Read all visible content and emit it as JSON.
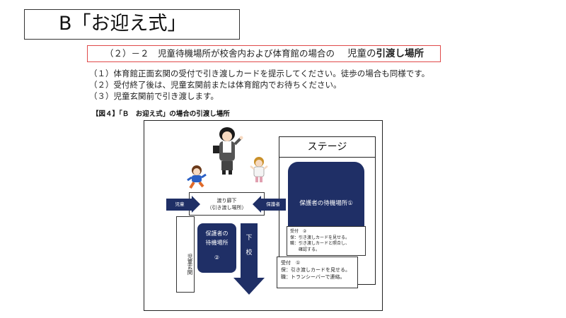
{
  "title": "B「お迎え式」",
  "subtitle": {
    "part1": "（２）－２　児童待機場所が校舎内および体育館の場合の",
    "part2_plain": "児童の",
    "part2_bold": "引渡し場所"
  },
  "lines": [
    "（１）体育館正面玄関の受付で引き渡しカードを提示してください。徒歩の場合も同様です。",
    "（２）受付終了後は、児童玄関前または体育館内でお待ちください。",
    "（３）児童玄関前で引き渡します。"
  ],
  "figure": {
    "caption": "【図４】「Ｂ　お迎え式」の場合の引渡し場所",
    "stage": "ステージ",
    "waiting_area_1": "保護者の待機場所①",
    "reception_1": {
      "title": "受付　②",
      "line1": "保：引き渡しカードを見せる。",
      "line2": "職：引き渡しカードと照合し、",
      "line3": "　　確認する。"
    },
    "hallway_line1": "渡り廊下",
    "hallway_line2": "（引き渡し場所）",
    "arrow_children": "児童",
    "arrow_guardians": "保護者",
    "entrance": "児童玄関",
    "waiting_area_2_line1": "保護者の",
    "waiting_area_2_line2": "待機場所",
    "waiting_area_2_line3": "②",
    "exit_arrow_line1": "下",
    "exit_arrow_line2": "校",
    "reception_2": {
      "title": "受付　①",
      "line1": "保：引き渡しカードを見せる。",
      "line2": "職：トランシーバーで連絡。"
    }
  },
  "colors": {
    "navy": "#1f2f66",
    "title_border": "#333333",
    "subtitle_border": "#e04a4a"
  }
}
